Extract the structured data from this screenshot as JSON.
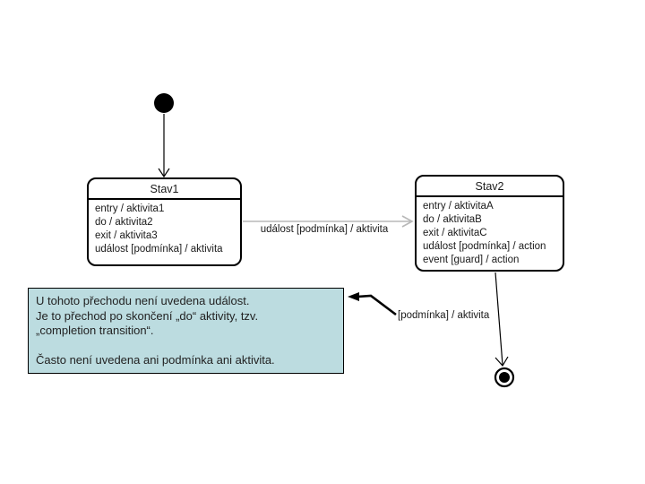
{
  "slide": {
    "background": "#ffffff"
  },
  "colors": {
    "state_fill": "#ffffff",
    "state_border": "#000000",
    "transition_highlight_gray": "#b8b8b8",
    "note_fill": "#bcdce0",
    "note_border": "#000000",
    "text": "#1a1a1a"
  },
  "diagram": {
    "initial_state": {
      "icon": "filled-circle"
    },
    "final_state": {
      "icon": "bullseye-circle"
    },
    "states": {
      "stav1": {
        "title": "Stav1",
        "lines": [
          "entry / aktivita1",
          "do / aktivita2",
          "exit / aktivita3",
          "událost [podmínka] / aktivita"
        ]
      },
      "stav2": {
        "title": "Stav2",
        "lines": [
          "entry / aktivitaA",
          "do / aktivitaB",
          "exit / aktivitaC",
          "událost [podmínka] / action",
          "event [guard] / action"
        ]
      }
    },
    "transitions": {
      "stav1_to_stav2": {
        "label": "událost [podmínka] / aktivita"
      },
      "stav2_to_final": {
        "label": "[podmínka] / aktivita"
      }
    }
  },
  "note": {
    "lines": [
      "U tohoto přechodu není uvedena událost.",
      "Je to přechod po skončení „do“ aktivity, tzv.",
      "„completion transition“.",
      "Často není uvedena ani podmínka ani aktivita."
    ]
  }
}
